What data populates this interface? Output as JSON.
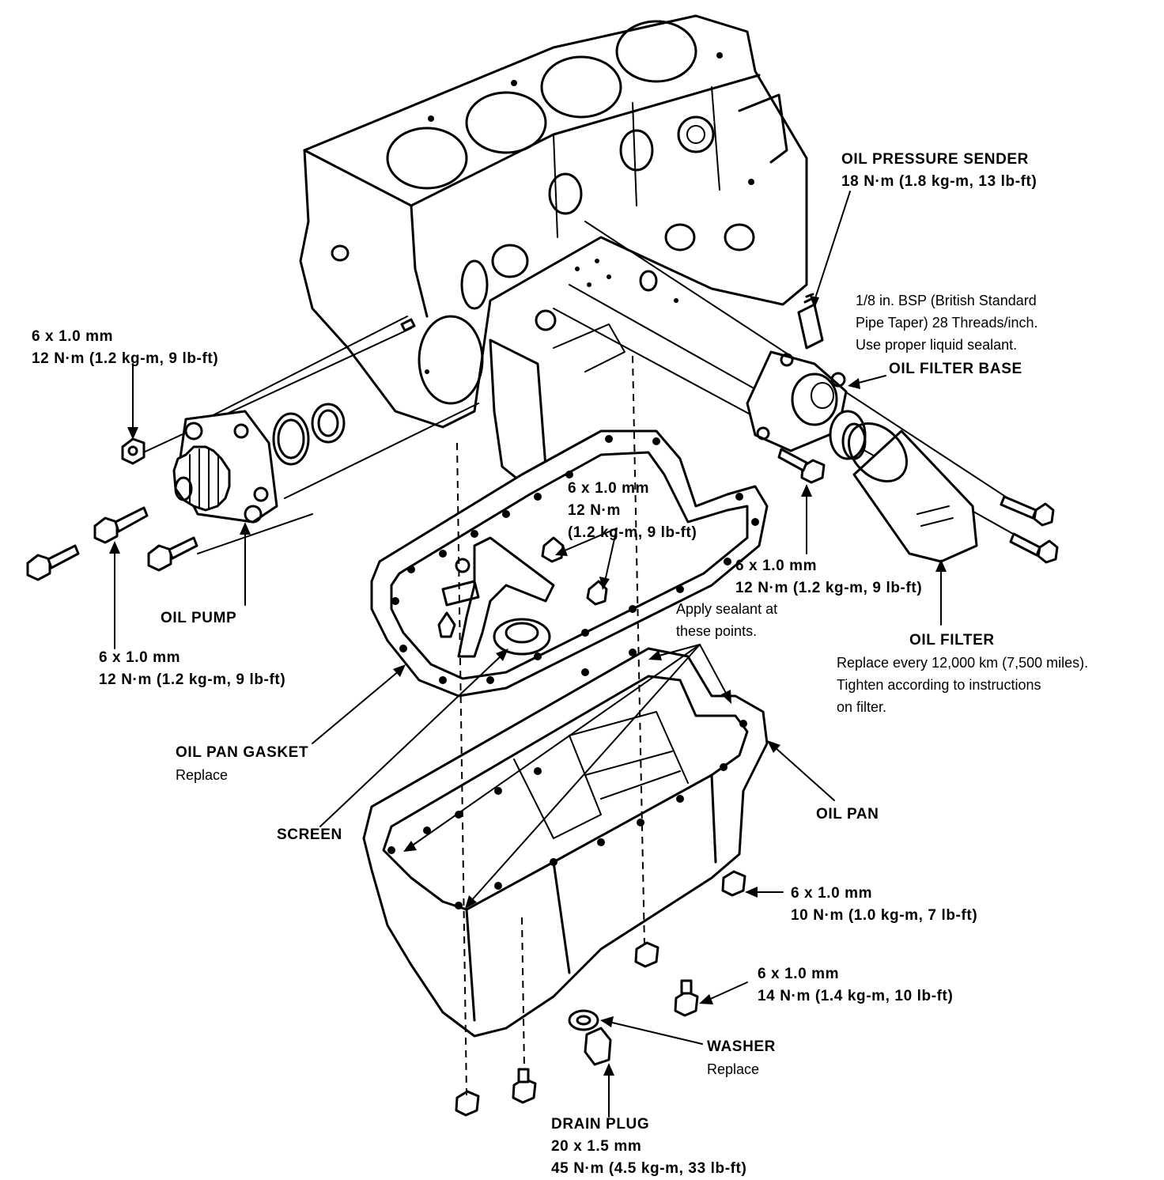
{
  "labels": {
    "oil_pressure_sender": {
      "title": "OIL PRESSURE SENDER",
      "spec": "18 N·m (1.8 kg-m, 13 lb-ft)"
    },
    "bsp_note": {
      "line1": "1/8 in. BSP (British Standard",
      "line2": "Pipe Taper) 28 Threads/inch.",
      "line3": "Use proper liquid sealant."
    },
    "oil_filter_base": {
      "title": "OIL FILTER BASE"
    },
    "pump_bolt_top": {
      "size": "6 x 1.0 mm",
      "spec": "12 N·m (1.2 kg-m, 9 lb-ft)"
    },
    "oil_pump": {
      "title": "OIL PUMP"
    },
    "pump_bolt_bottom": {
      "size": "6 x 1.0 mm",
      "spec": "12 N·m (1.2 kg-m, 9 lb-ft)"
    },
    "screen_bolt": {
      "size": "6 x 1.0 mm",
      "spec1": "12 N·m",
      "spec2": "(1.2 kg-m, 9 lb-ft)"
    },
    "filter_base_bolt": {
      "size": "6 x 1.0 mm",
      "spec": "12 N·m (1.2 kg-m, 9 lb-ft)"
    },
    "sealant": {
      "line1": "Apply sealant at",
      "line2": "these points."
    },
    "oil_filter": {
      "title": "OIL FILTER",
      "line1": "Replace every 12,000 km (7,500 miles).",
      "line2": "Tighten according to instructions",
      "line3": "on filter."
    },
    "oil_pan_gasket": {
      "title": "OIL PAN GASKET",
      "note": "Replace"
    },
    "oil_pan": {
      "title": "OIL PAN"
    },
    "screen": {
      "title": "SCREEN"
    },
    "pan_bolt_a": {
      "size": "6 x 1.0 mm",
      "spec": "10 N·m (1.0 kg-m, 7 lb-ft)"
    },
    "pan_bolt_b": {
      "size": "6 x 1.0 mm",
      "spec": "14 N·m (1.4 kg-m, 10 lb-ft)"
    },
    "washer": {
      "title": "WASHER",
      "note": "Replace"
    },
    "drain_plug": {
      "title": "DRAIN PLUG",
      "size": "20 x 1.5 mm",
      "spec": "45 N·m (4.5 kg-m, 33 lb-ft)"
    }
  },
  "colors": {
    "ink": "#000000",
    "paper": "#ffffff"
  }
}
